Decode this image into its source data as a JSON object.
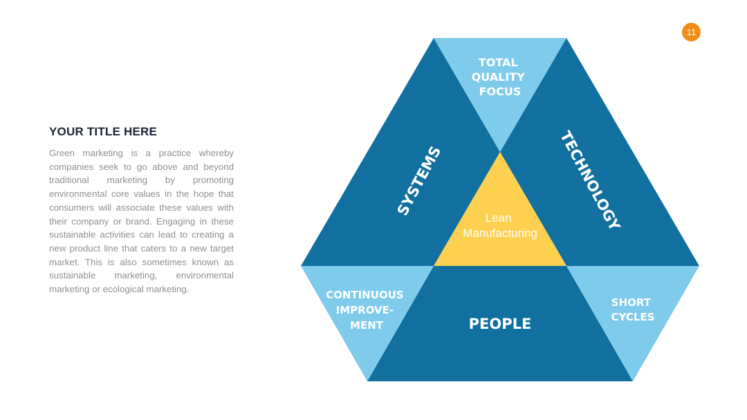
{
  "page_number": "11",
  "title": "YOUR TITLE HERE",
  "body": "Green marketing is a practice whereby companies seek to go above and beyond traditional marketing by promoting environmental core values in the hope that consumers will associate these values with their company or brand. Engaging in these sustainable activities can lead to creating a new product line that caters to a new target market. This is also sometimes known as sustainable marketing, environmental marketing or ecological marketing.",
  "diagram": {
    "center": {
      "lines": [
        "Lean",
        "Manufacturing"
      ]
    },
    "top": {
      "lines": [
        "TOTAL",
        "QUALITY",
        "FOCUS"
      ]
    },
    "left_side": {
      "text": "SYSTEMS"
    },
    "right_side": {
      "text": "TECHNOLOGY"
    },
    "bottom_side": {
      "text": "PEOPLE"
    },
    "bottom_left": {
      "lines": [
        "CONTINUOUS",
        "IMPROVE-",
        "MENT"
      ]
    },
    "bottom_right": {
      "lines": [
        "SHORT",
        "CYCLES"
      ]
    }
  },
  "colors": {
    "dark_blue": "#11709f",
    "light_blue": "#7fcbec",
    "yellow": "#fdd050",
    "accent_orange": "#f08c1a",
    "title": "#1b2233",
    "body_text": "#8f8f8f"
  }
}
